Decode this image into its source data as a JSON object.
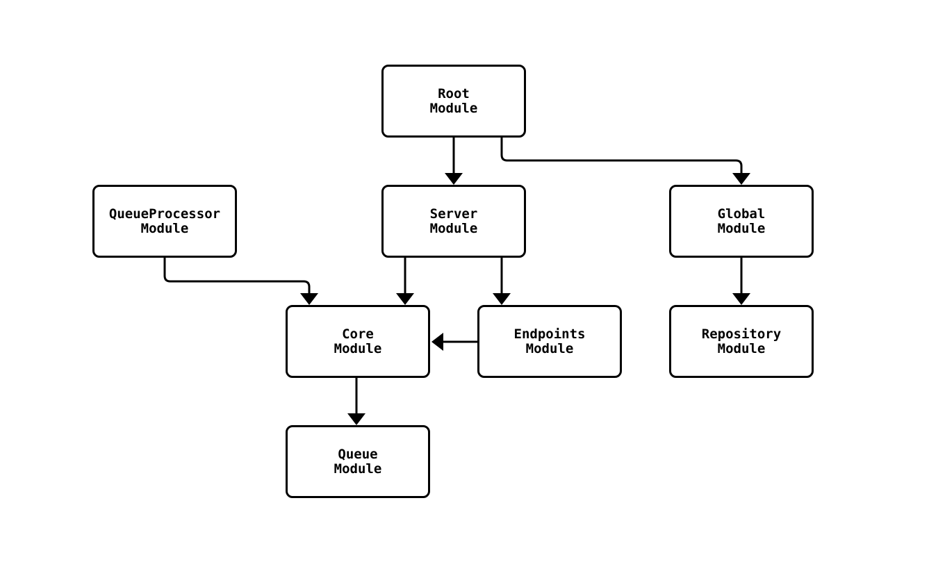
{
  "diagram": {
    "type": "flowchart",
    "direction": "top-down",
    "background_color": "#ffffff",
    "node_fill_color": "#ffffff",
    "node_border_color": "#000000",
    "edge_color": "#000000",
    "text_color": "#000000",
    "nodes": {
      "root": {
        "line1": "Root",
        "line2": "Module"
      },
      "qproc": {
        "line1": "QueueProcessor",
        "line2": "Module"
      },
      "server": {
        "line1": "Server",
        "line2": "Module"
      },
      "global": {
        "line1": "Global",
        "line2": "Module"
      },
      "core": {
        "line1": "Core",
        "line2": "Module"
      },
      "endpoints": {
        "line1": "Endpoints",
        "line2": "Module"
      },
      "repository": {
        "line1": "Repository",
        "line2": "Module"
      },
      "queue": {
        "line1": "Queue",
        "line2": "Module"
      }
    },
    "edges": [
      {
        "from": "Root Module",
        "to": "Server Module",
        "arrow": "true"
      },
      {
        "from": "Root Module",
        "to": "Global Module",
        "arrow": "true"
      },
      {
        "from": "QueueProcessor Module",
        "to": "Core Module",
        "arrow": "true"
      },
      {
        "from": "Server Module",
        "to": "Core Module",
        "arrow": "true"
      },
      {
        "from": "Server Module",
        "to": "Endpoints Module",
        "arrow": "true"
      },
      {
        "from": "Endpoints Module",
        "to": "Core Module",
        "arrow": "true"
      },
      {
        "from": "Global Module",
        "to": "Repository Module",
        "arrow": "true"
      },
      {
        "from": "Core Module",
        "to": "Queue Module",
        "arrow": "true"
      }
    ]
  }
}
